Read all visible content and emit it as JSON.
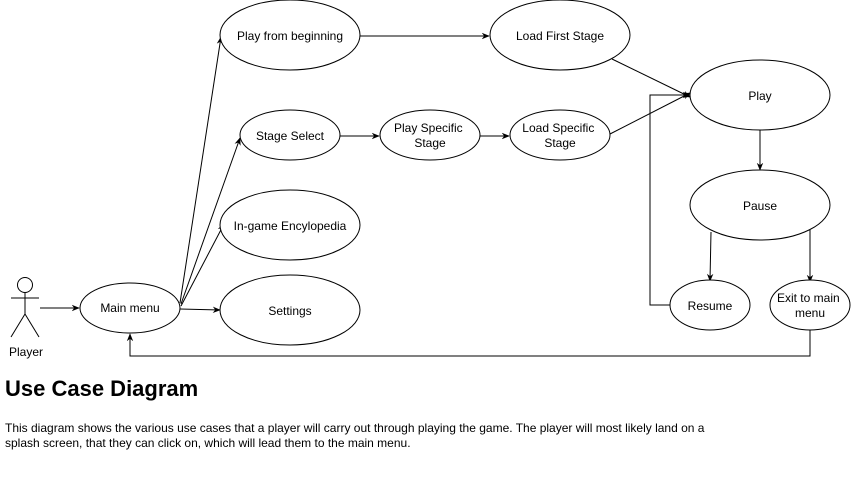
{
  "diagram": {
    "actor": {
      "label": "Player"
    },
    "nodes": {
      "main_menu": "Main menu",
      "play_from_beginning": "Play from beginning",
      "load_first_stage": "Load First Stage",
      "stage_select": "Stage Select",
      "play_specific_stage": [
        "Play Specific",
        "Stage"
      ],
      "load_specific_stage": [
        "Load Specific",
        "Stage"
      ],
      "encyclopedia": "In-game Encylopedia",
      "settings": "Settings",
      "play": "Play",
      "pause": "Pause",
      "resume": "Resume",
      "exit_to_main_menu": [
        "Exit to main",
        "menu"
      ]
    }
  },
  "text": {
    "title": "Use Case Diagram",
    "description": "This diagram shows the various use cases that a player will carry out through playing the game. The player will most likely land on a splash screen, that they can click on, which will lead them to the main menu."
  }
}
